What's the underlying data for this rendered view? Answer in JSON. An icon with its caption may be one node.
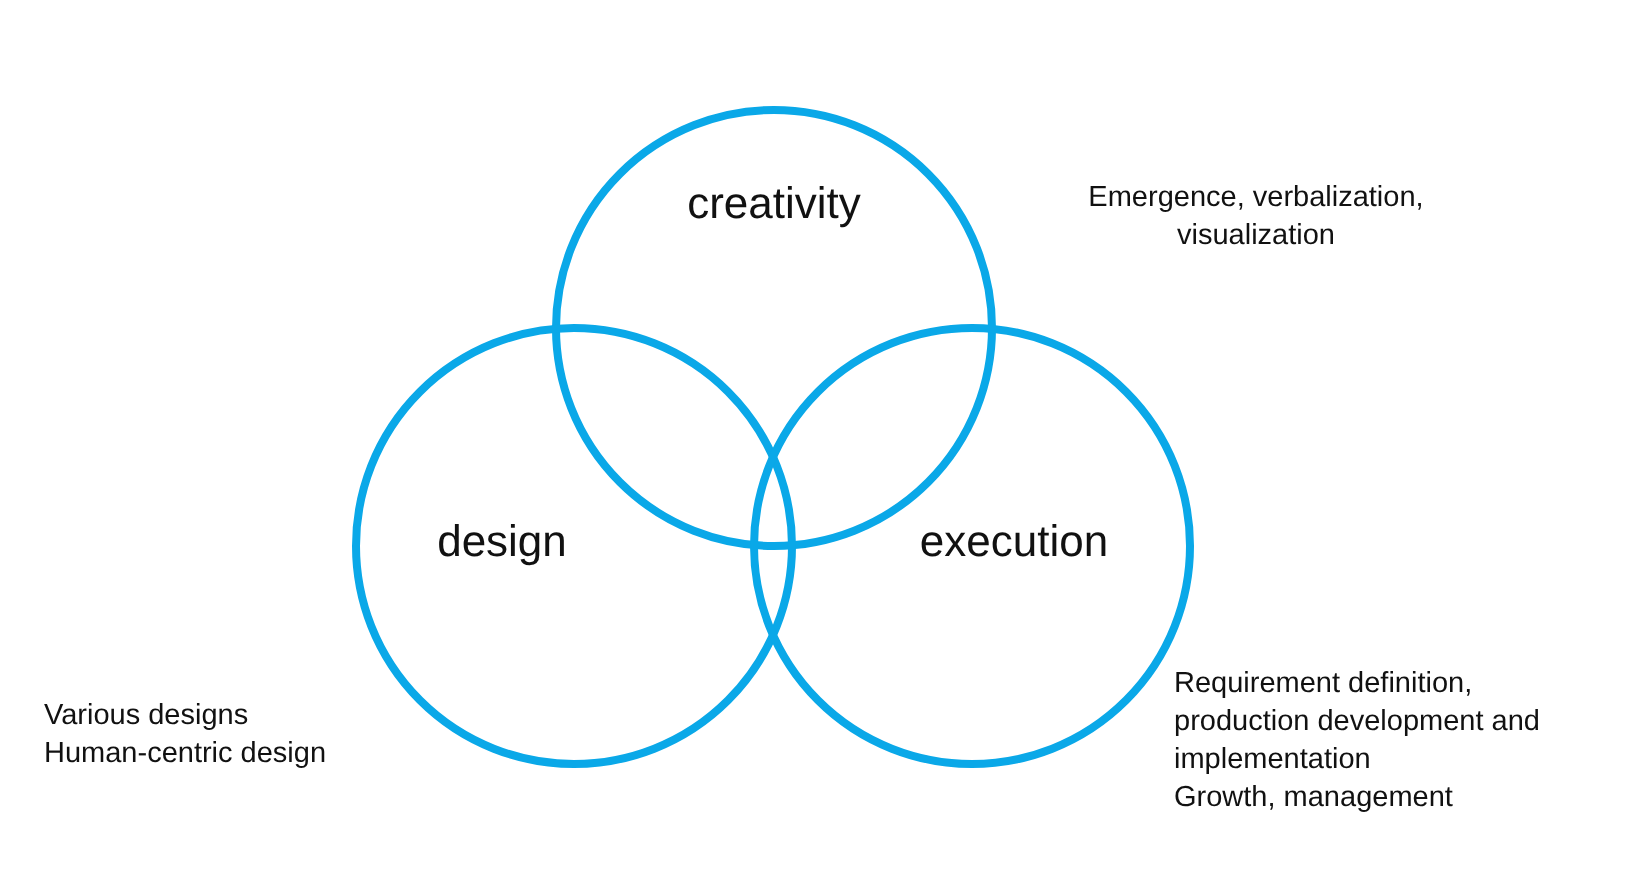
{
  "diagram": {
    "nodes": [
      {
        "text": [
          "creativity"
        ],
        "beside": [
          "Emergence, verbalization, visualization"
        ]
      },
      {
        "text": [
          "design"
        ],
        "beside": [
          "Various designs",
          "Human-centric design"
        ]
      },
      {
        "text": [
          "execution"
        ],
        "beside": [
          "Requirement definition, production development and implementation",
          "Growth, management"
        ]
      }
    ]
  }
}
